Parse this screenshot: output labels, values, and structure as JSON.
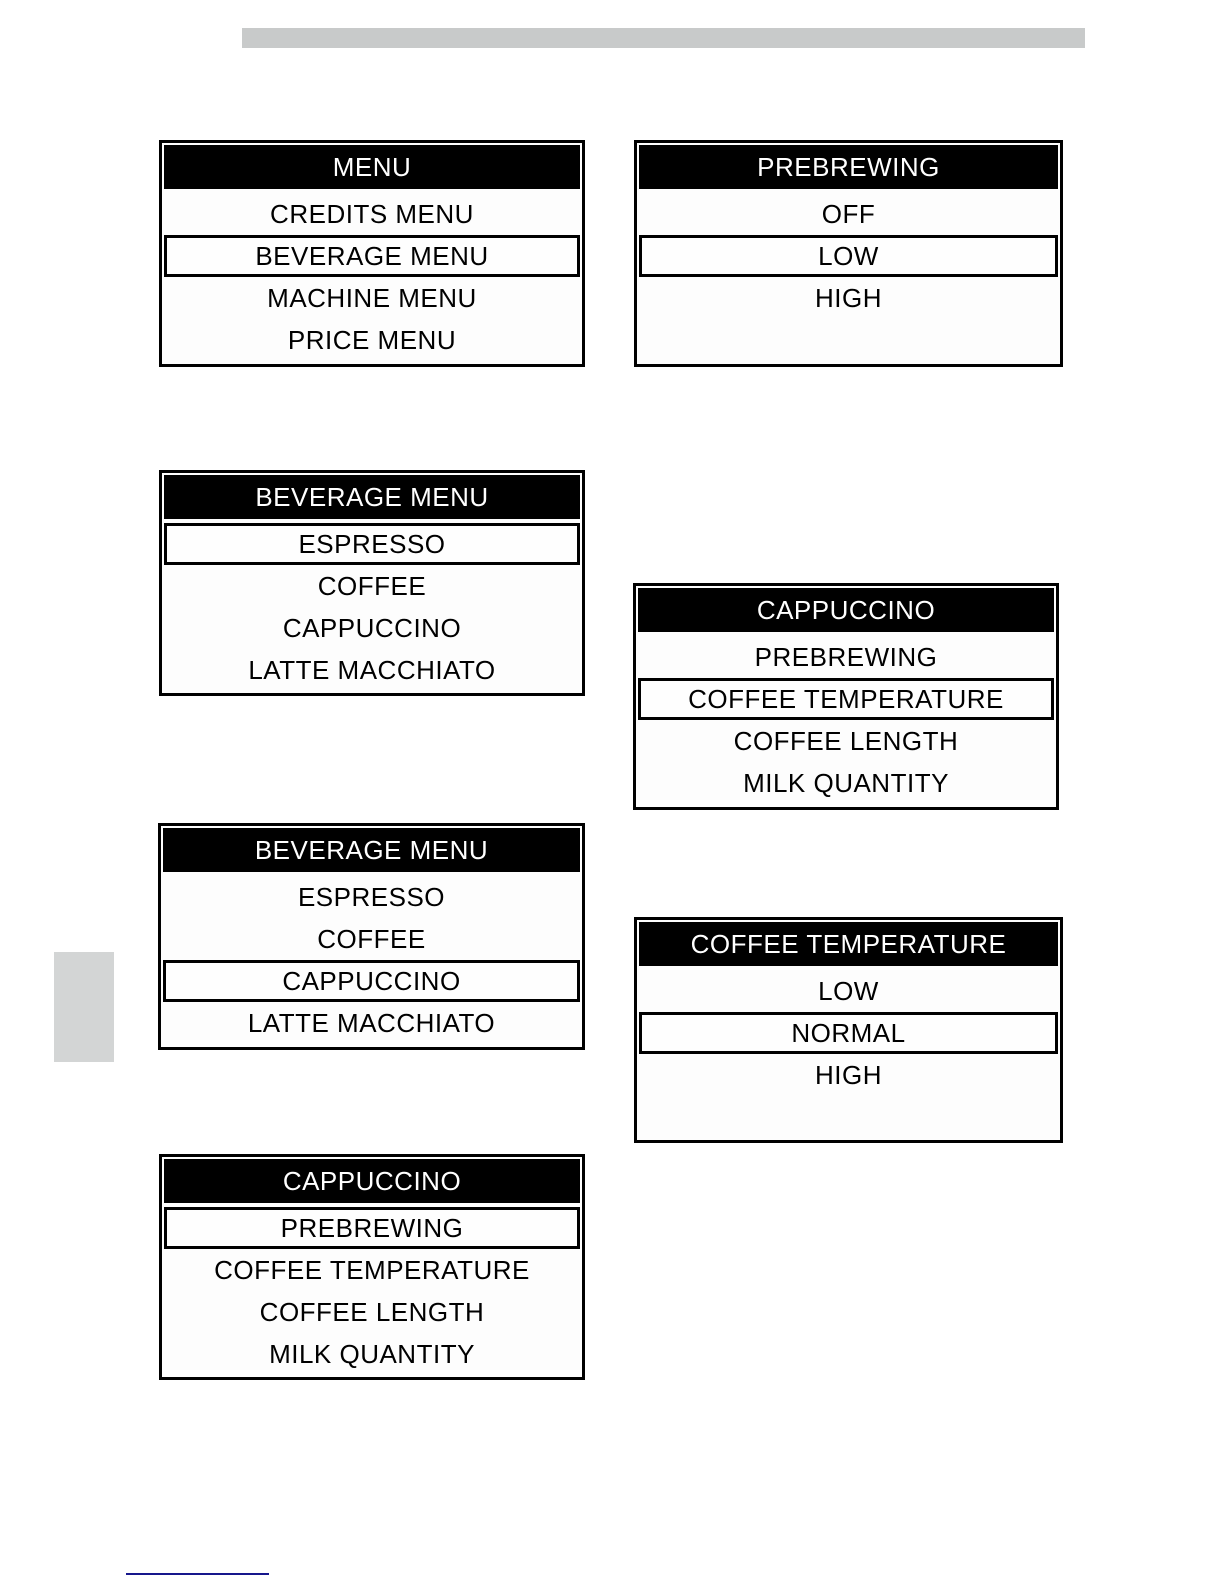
{
  "decorations": {
    "header_bar_color": "#c8caca",
    "margin_marker_color": "#d3d5d5",
    "footer_rule_color": "#16168c"
  },
  "screens": [
    {
      "id": "main-menu",
      "title": "MENU",
      "items": [
        {
          "label": "CREDITS MENU",
          "selected": false
        },
        {
          "label": "BEVERAGE MENU",
          "selected": true
        },
        {
          "label": "MACHINE MENU",
          "selected": false
        },
        {
          "label": "PRICE MENU",
          "selected": false
        }
      ]
    },
    {
      "id": "prebrewing",
      "title": "PREBREWING",
      "items": [
        {
          "label": "OFF",
          "selected": false
        },
        {
          "label": "LOW",
          "selected": true
        },
        {
          "label": "HIGH",
          "selected": false
        }
      ]
    },
    {
      "id": "beverage-menu-espresso",
      "title": "BEVERAGE MENU",
      "items": [
        {
          "label": "ESPRESSO",
          "selected": true
        },
        {
          "label": "COFFEE",
          "selected": false
        },
        {
          "label": "CAPPUCCINO",
          "selected": false
        },
        {
          "label": "LATTE MACCHIATO",
          "selected": false
        }
      ]
    },
    {
      "id": "cappuccino-coffee-temperature",
      "title": "CAPPUCCINO",
      "items": [
        {
          "label": "PREBREWING",
          "selected": false
        },
        {
          "label": "COFFEE TEMPERATURE",
          "selected": true
        },
        {
          "label": "COFFEE LENGTH",
          "selected": false
        },
        {
          "label": "MILK QUANTITY",
          "selected": false
        }
      ]
    },
    {
      "id": "beverage-menu-cappuccino",
      "title": "BEVERAGE MENU",
      "items": [
        {
          "label": "ESPRESSO",
          "selected": false
        },
        {
          "label": "COFFEE",
          "selected": false
        },
        {
          "label": "CAPPUCCINO",
          "selected": true
        },
        {
          "label": "LATTE MACCHIATO",
          "selected": false
        }
      ]
    },
    {
      "id": "coffee-temperature",
      "title": "COFFEE TEMPERATURE",
      "items": [
        {
          "label": "LOW",
          "selected": false
        },
        {
          "label": "NORMAL",
          "selected": true
        },
        {
          "label": "HIGH",
          "selected": false
        }
      ]
    },
    {
      "id": "cappuccino-prebrewing",
      "title": "CAPPUCCINO",
      "items": [
        {
          "label": "PREBREWING",
          "selected": true
        },
        {
          "label": "COFFEE TEMPERATURE",
          "selected": false
        },
        {
          "label": "COFFEE LENGTH",
          "selected": false
        },
        {
          "label": "MILK QUANTITY",
          "selected": false
        }
      ]
    }
  ]
}
